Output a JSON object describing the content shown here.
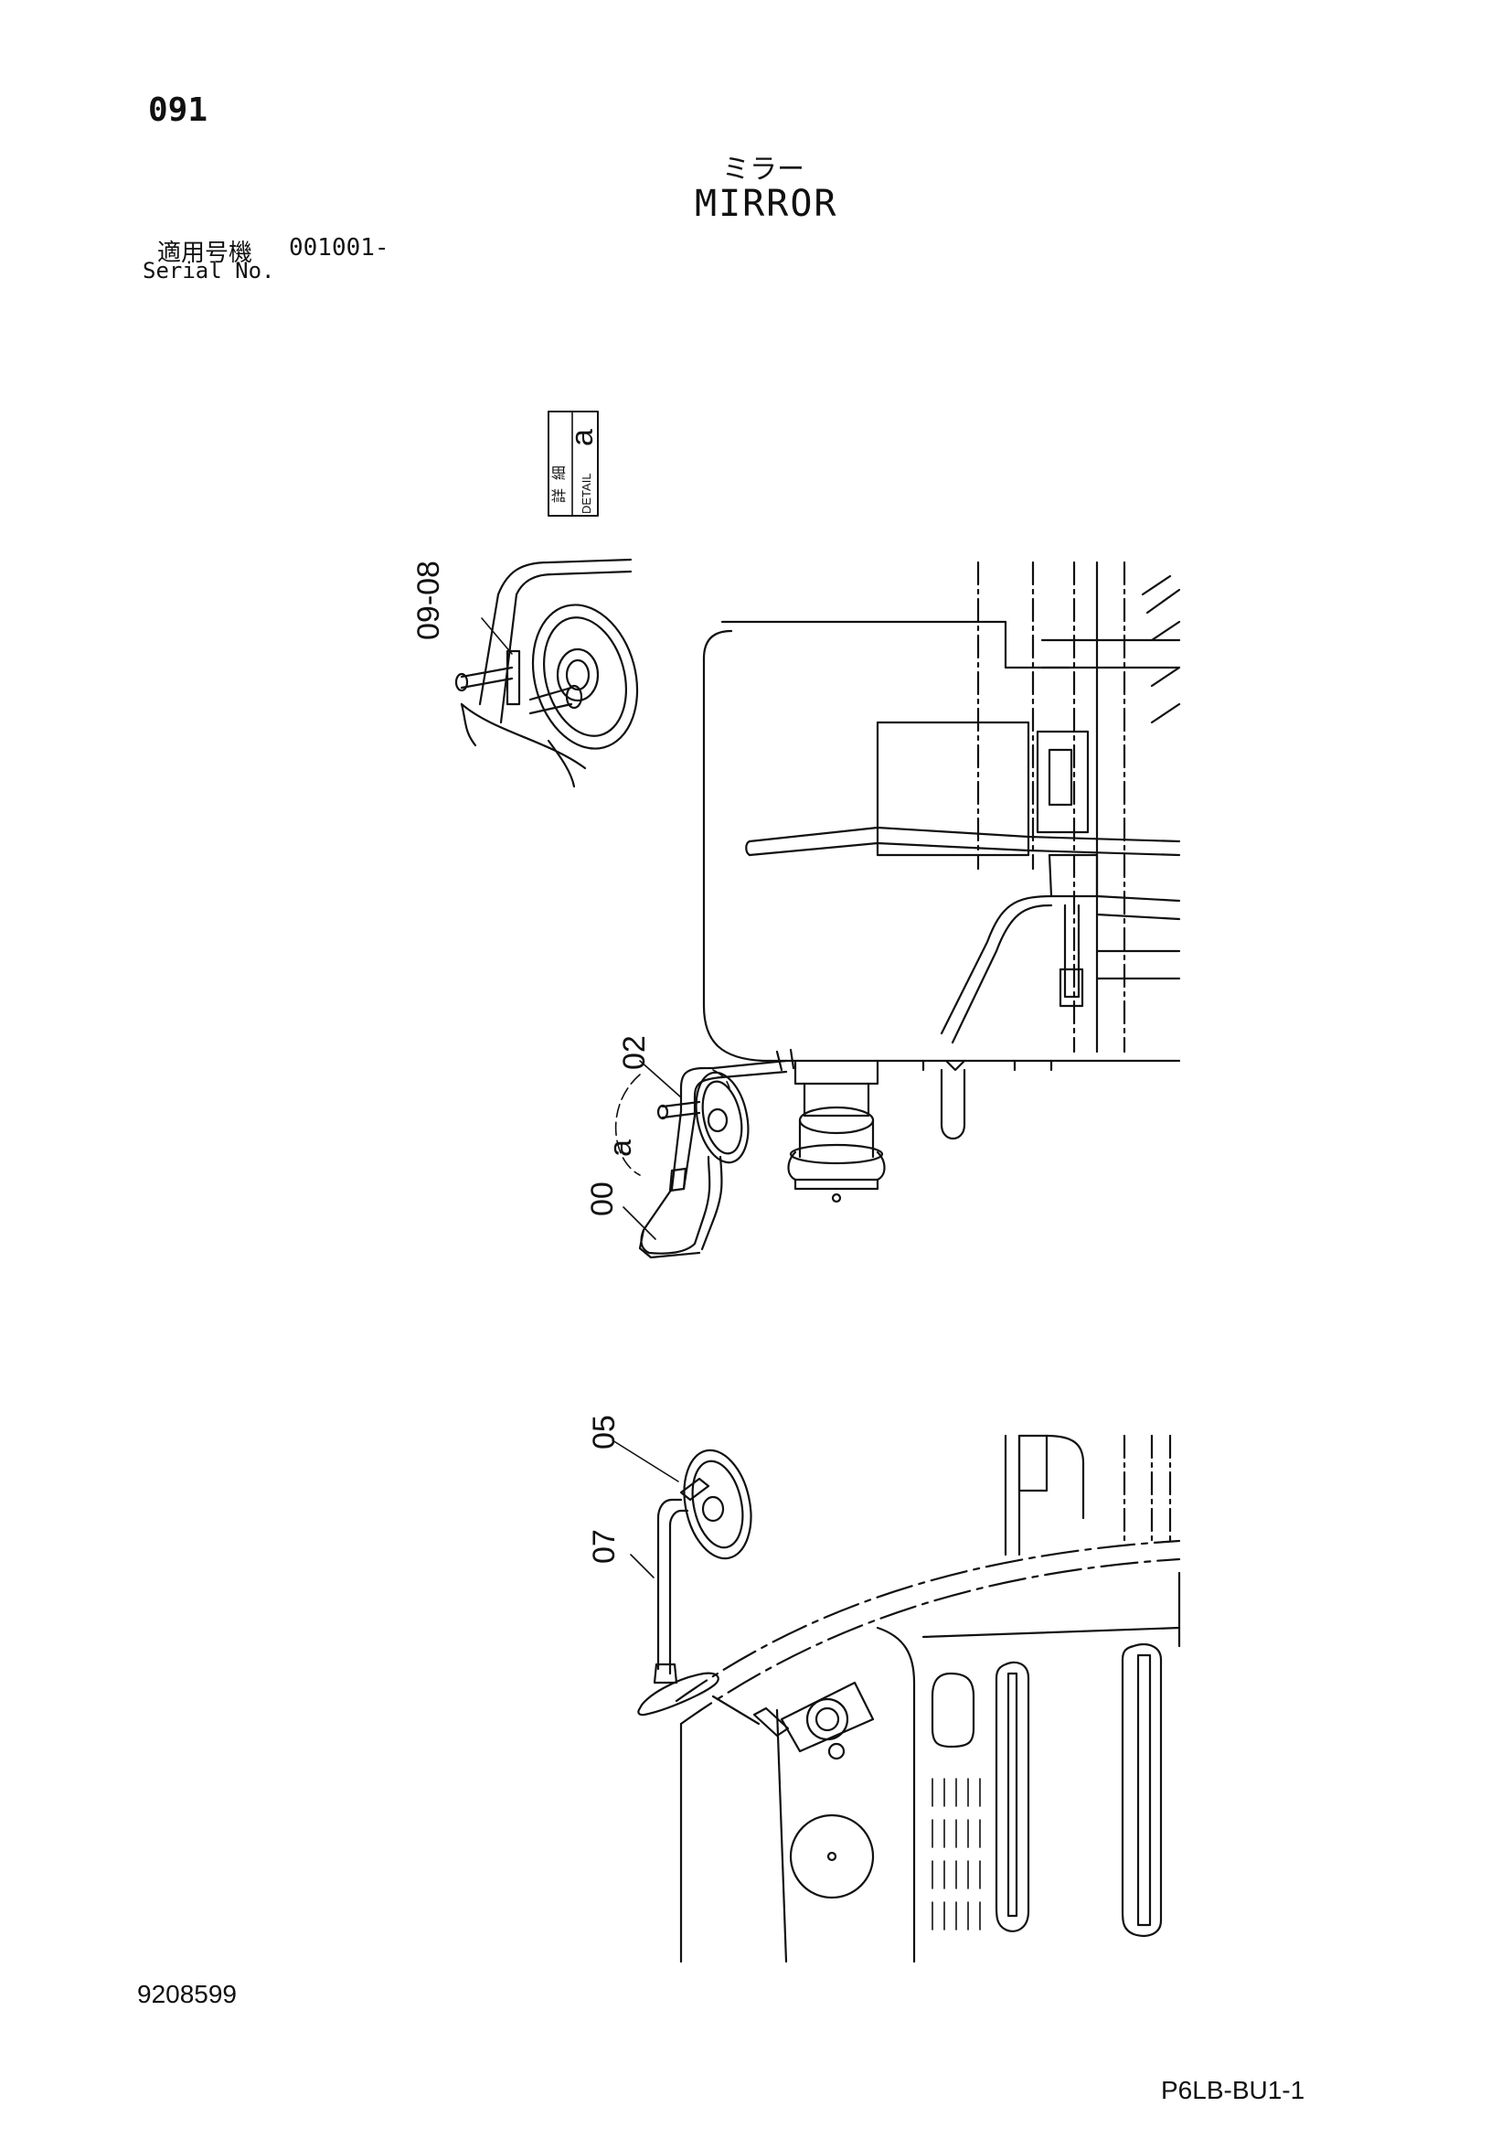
{
  "header": {
    "page_number": "091",
    "title_ja": "ミラー",
    "title_en": "MIRROR"
  },
  "serial": {
    "label_ja": "適用号機",
    "value": "001001-",
    "label_en": "Serial No."
  },
  "detail_box": {
    "kanji_1": "詳",
    "kanji_2": "細",
    "label_en": "DETAIL",
    "letter": "a"
  },
  "callouts": {
    "c09_08": "09-08",
    "c02": "02",
    "c_a": "a",
    "c00": "00",
    "c05": "05",
    "c07": "07"
  },
  "footer": {
    "doc_number": "9208599",
    "page_code": "P6LB-BU1-1"
  }
}
